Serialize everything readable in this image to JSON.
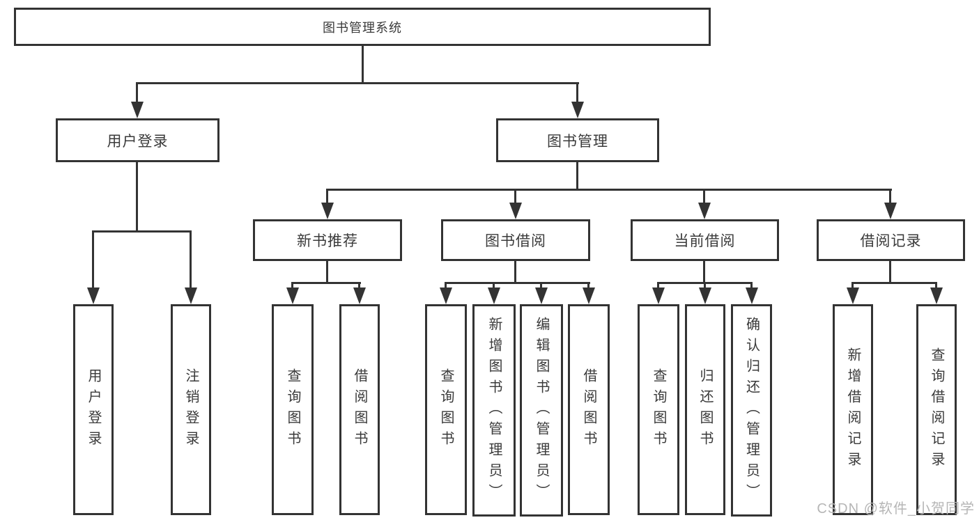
{
  "diagram": {
    "type": "hierarchy-tree",
    "line_color": "#333333",
    "text_color": "#3a3a3a",
    "background_color": "#ffffff"
  },
  "tree": {
    "root": {
      "label": "图书管理系统",
      "children": [
        {
          "label": "用户登录",
          "children": [
            {
              "label": "用户登录"
            },
            {
              "label": "注销登录"
            }
          ]
        },
        {
          "label": "图书管理",
          "children": [
            {
              "label": "新书推荐",
              "children": [
                {
                  "label": "查询图书"
                },
                {
                  "label": "借阅图书"
                }
              ]
            },
            {
              "label": "图书借阅",
              "children": [
                {
                  "label": "查询图书"
                },
                {
                  "label": "新增图书（管理员）"
                },
                {
                  "label": "编辑图书（管理员）"
                },
                {
                  "label": "借阅图书"
                }
              ]
            },
            {
              "label": "当前借阅",
              "children": [
                {
                  "label": "查询图书"
                },
                {
                  "label": "归还图书"
                },
                {
                  "label": "确认归还（管理员）"
                }
              ]
            },
            {
              "label": "借阅记录",
              "children": [
                {
                  "label": "新增借阅记录"
                },
                {
                  "label": "查询借阅记录"
                }
              ]
            }
          ]
        }
      ]
    }
  },
  "watermark": {
    "text": "CSDN @软件_小贺同学",
    "color": "#b6b6b6"
  }
}
